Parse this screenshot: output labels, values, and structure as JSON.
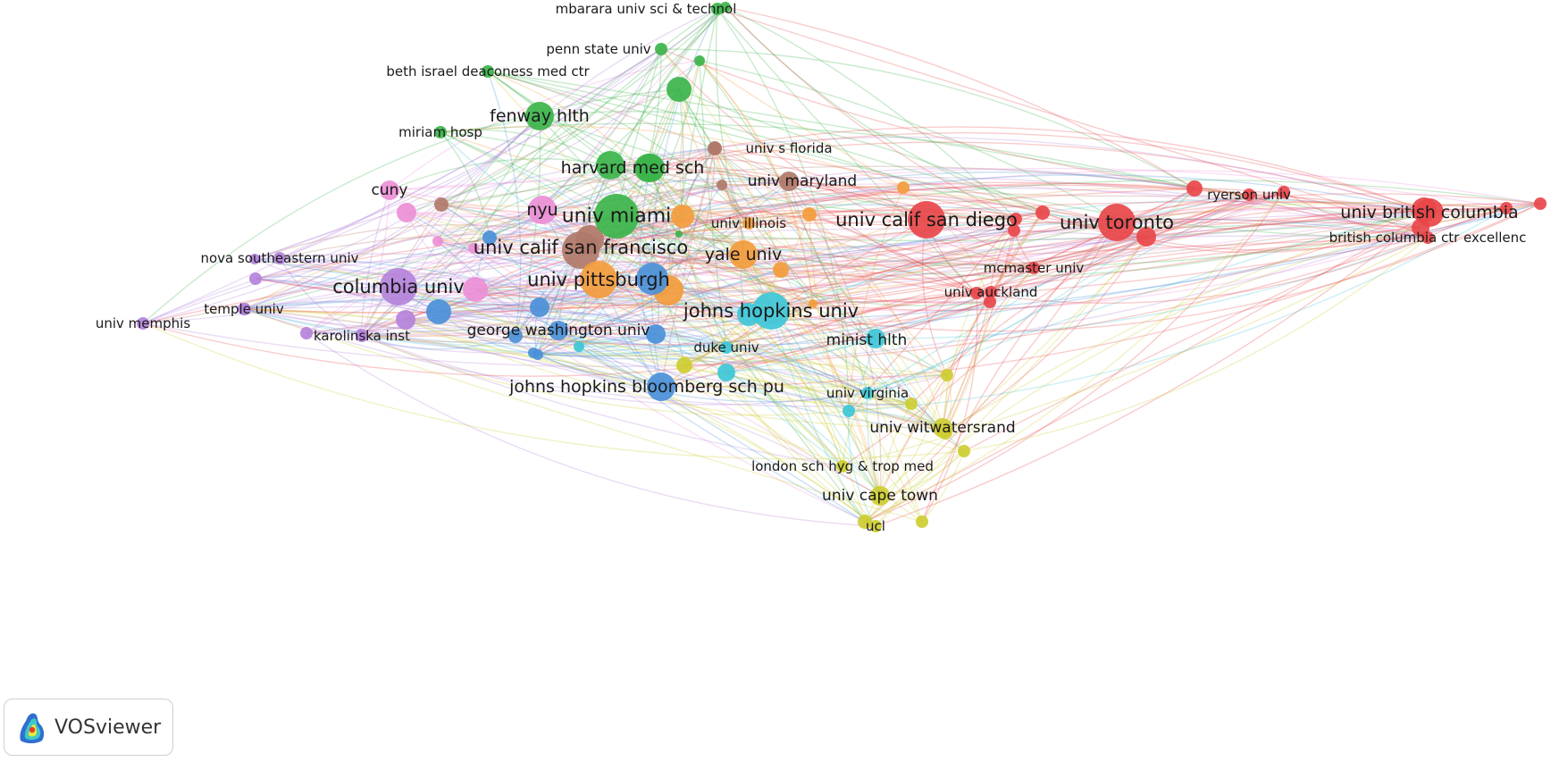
{
  "app": {
    "name": "VOSviewer"
  },
  "clusters": {
    "red": "#e8474a",
    "green": "#3cb44b",
    "blue": "#4a90d9",
    "yellow": "#cdcd32",
    "purple": "#b483db",
    "cyan": "#3ec7d8",
    "orange": "#f39c3c",
    "brown": "#b07a6a",
    "pink": "#ec8fd6"
  },
  "nodes": [
    {
      "label": "mbarara univ sci & technol",
      "cluster": "green",
      "weight": 1
    },
    {
      "label": "penn state univ",
      "cluster": "green",
      "weight": 1
    },
    {
      "label": "beth israel deaconess med ctr",
      "cluster": "green",
      "weight": 1
    },
    {
      "label": "fenway hlth",
      "cluster": "green",
      "weight": 3
    },
    {
      "label": "miriam hosp",
      "cluster": "green",
      "weight": 1
    },
    {
      "label": "harvard med sch",
      "cluster": "green",
      "weight": 3
    },
    {
      "label": "univ miami",
      "cluster": "green",
      "weight": 5
    },
    {
      "label": "univ s florida",
      "cluster": "brown",
      "weight": 1
    },
    {
      "label": "univ maryland",
      "cluster": "brown",
      "weight": 2
    },
    {
      "label": "univ calif san francisco",
      "cluster": "brown",
      "weight": 4
    },
    {
      "label": "univ illinois",
      "cluster": "orange",
      "weight": 1
    },
    {
      "label": "yale univ",
      "cluster": "orange",
      "weight": 3
    },
    {
      "label": "univ pittsburgh",
      "cluster": "orange",
      "weight": 4
    },
    {
      "label": "nyu",
      "cluster": "pink",
      "weight": 3
    },
    {
      "label": "cuny",
      "cluster": "pink",
      "weight": 2
    },
    {
      "label": "columbia univ",
      "cluster": "purple",
      "weight": 4
    },
    {
      "label": "nova southeastern univ",
      "cluster": "purple",
      "weight": 1
    },
    {
      "label": "temple univ",
      "cluster": "purple",
      "weight": 1
    },
    {
      "label": "univ memphis",
      "cluster": "purple",
      "weight": 1
    },
    {
      "label": "karolinska inst",
      "cluster": "purple",
      "weight": 1
    },
    {
      "label": "george washington univ",
      "cluster": "blue",
      "weight": 2
    },
    {
      "label": "johns hopkins bloomberg sch pu",
      "cluster": "blue",
      "weight": 3
    },
    {
      "label": "johns hopkins univ",
      "cluster": "cyan",
      "weight": 4
    },
    {
      "label": "duke univ",
      "cluster": "cyan",
      "weight": 1
    },
    {
      "label": "minist hlth",
      "cluster": "cyan",
      "weight": 2
    },
    {
      "label": "univ virginia",
      "cluster": "cyan",
      "weight": 1
    },
    {
      "label": "univ calif san diego",
      "cluster": "red",
      "weight": 4
    },
    {
      "label": "univ toronto",
      "cluster": "red",
      "weight": 4
    },
    {
      "label": "ryerson univ",
      "cluster": "red",
      "weight": 1
    },
    {
      "label": "univ british columbia",
      "cluster": "red",
      "weight": 3
    },
    {
      "label": "british columbia ctr excellenc",
      "cluster": "red",
      "weight": 1
    },
    {
      "label": "mcmaster univ",
      "cluster": "red",
      "weight": 1
    },
    {
      "label": "univ auckland",
      "cluster": "red",
      "weight": 1
    },
    {
      "label": "univ witwatersrand",
      "cluster": "yellow",
      "weight": 2
    },
    {
      "label": "london sch hyg & trop med",
      "cluster": "yellow",
      "weight": 1
    },
    {
      "label": "univ cape town",
      "cluster": "yellow",
      "weight": 2
    },
    {
      "label": "ucl",
      "cluster": "yellow",
      "weight": 1
    }
  ]
}
